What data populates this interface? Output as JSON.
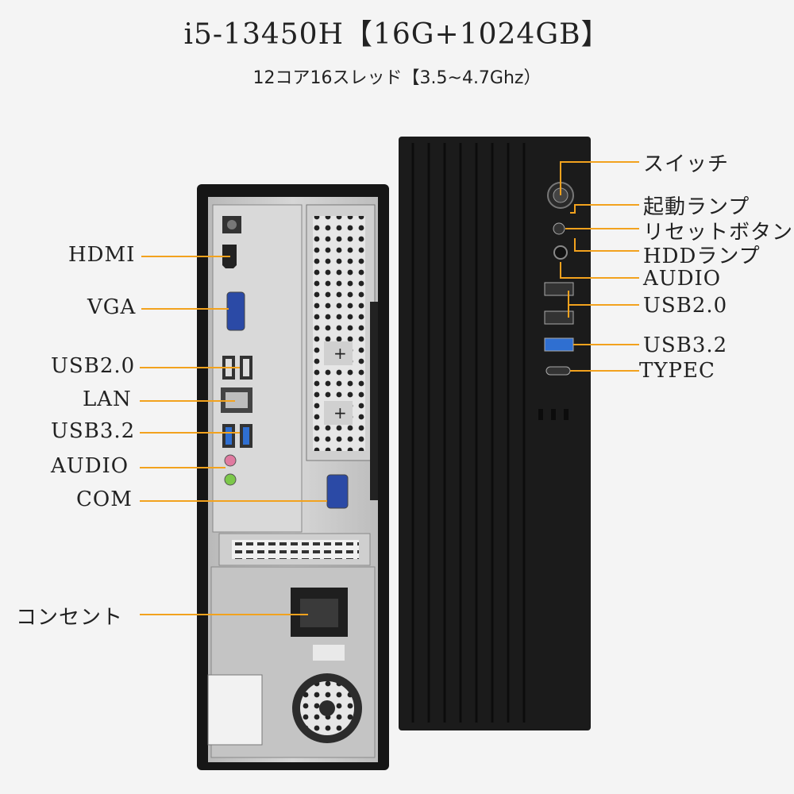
{
  "header": {
    "title": "i5-13450H【16G+1024GB】",
    "subtitle": "12コア16スレッド【3.5~4.7Ghz）"
  },
  "rear_labels": [
    "HDMI",
    "VGA",
    "USB2.0",
    "LAN",
    "USB3.2",
    "AUDIO",
    "COM",
    "コンセント"
  ],
  "front_labels": [
    "スイッチ",
    "起動ランプ",
    "リセットボタン",
    "HDDランプ",
    "AUDIO",
    "USB2.0",
    "USB3.2",
    "TYPEC"
  ],
  "colors": {
    "leader": "#f2a21e",
    "case": "#1b1b1b",
    "panel": "#c9c9c9"
  }
}
